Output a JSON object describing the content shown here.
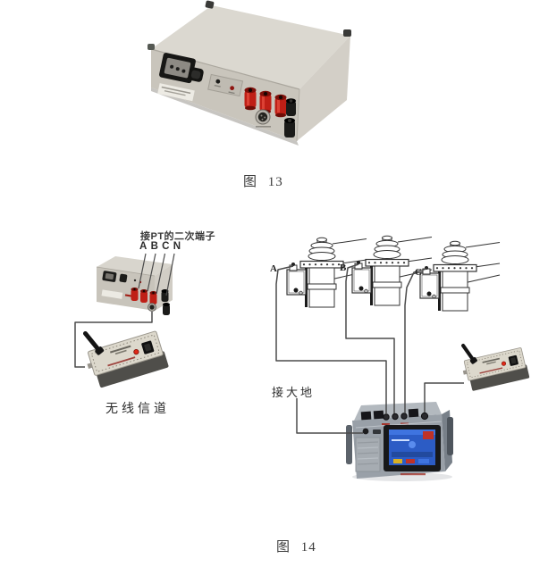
{
  "figure13": {
    "caption": "图 13"
  },
  "figure14": {
    "caption": "图 14",
    "left_unit": {
      "terminal_note": "接PT的二次端子",
      "phase_markers": [
        "A",
        "B",
        "C",
        "N"
      ],
      "wireless_caption": "无线信道"
    },
    "right_scene": {
      "pt_phase_labels": [
        "A",
        "B",
        "C"
      ],
      "ground_note": "接大地"
    }
  },
  "colors": {
    "binding_post_red": "#bf1f16",
    "wire": "#4b4b4b",
    "chassis_beige": "#cdc9c0",
    "instrument_gray": "#99a0a8",
    "screen_blue": "#2c5cc5",
    "led_red": "#e02818"
  }
}
